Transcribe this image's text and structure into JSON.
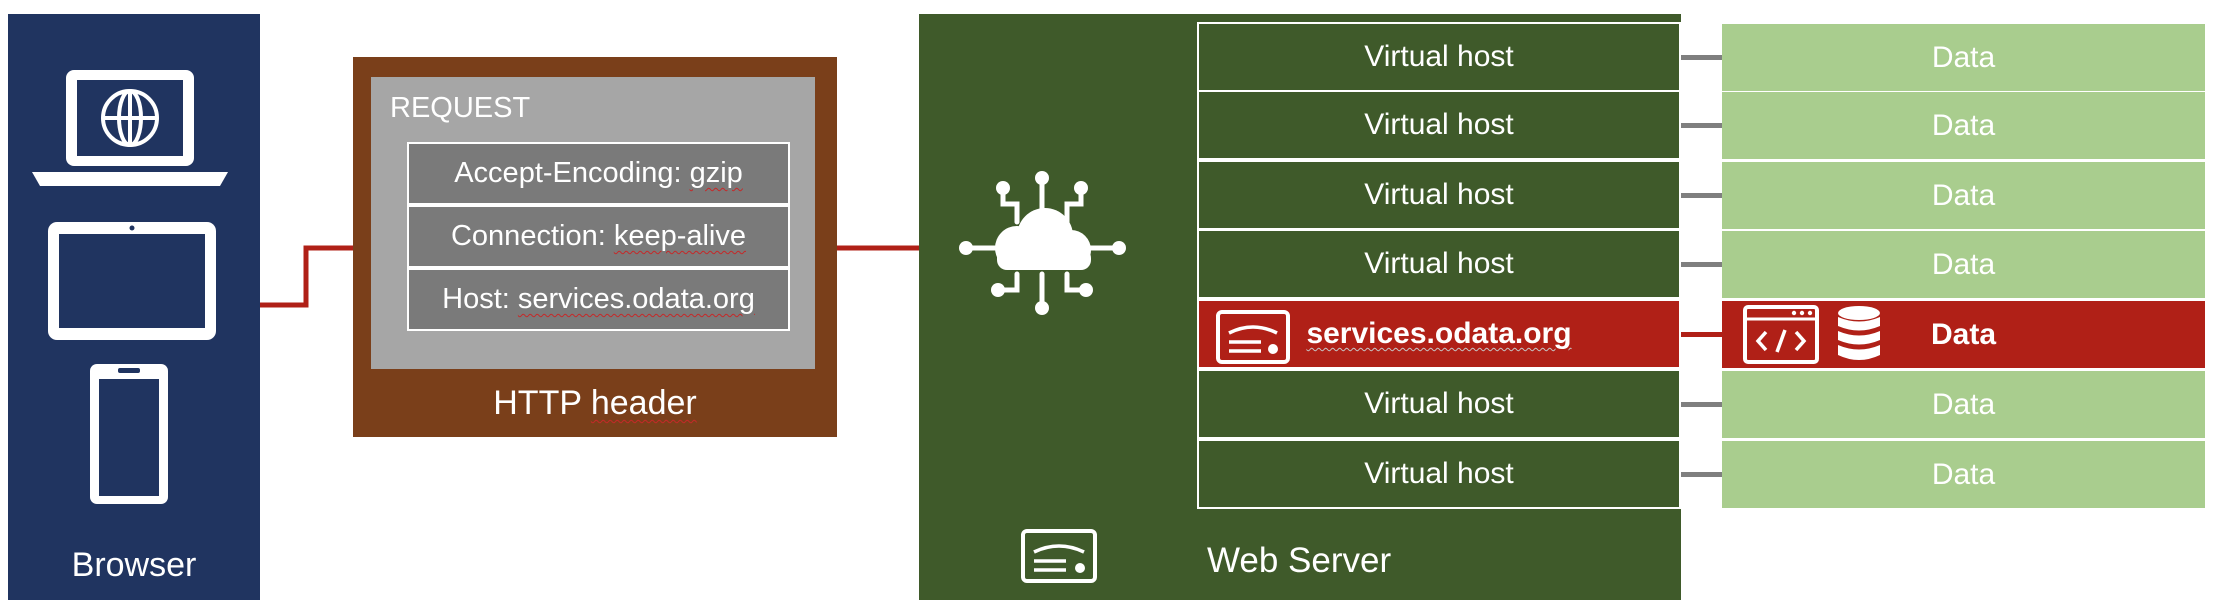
{
  "browser": {
    "label": "Browser"
  },
  "http_header": {
    "request_label": "REQUEST",
    "rows": [
      {
        "key": "Accept-Encoding: ",
        "value": "gzip"
      },
      {
        "key": "Connection: ",
        "value": "keep-alive"
      },
      {
        "key": "Host: ",
        "value": "services.odata.org"
      }
    ],
    "caption_prefix": "HTTP ",
    "caption_word": "header"
  },
  "web_server": {
    "caption": "Web Server",
    "hosts": [
      {
        "label": "Virtual host"
      },
      {
        "label": "Virtual host"
      },
      {
        "label": "Virtual host"
      },
      {
        "label": "Virtual host"
      },
      {
        "label": "services.odata.org",
        "active": true
      },
      {
        "label": "Virtual host"
      },
      {
        "label": "Virtual host"
      }
    ]
  },
  "data_store": {
    "items": [
      {
        "label": "Data"
      },
      {
        "label": "Data"
      },
      {
        "label": "Data"
      },
      {
        "label": "Data"
      },
      {
        "label": "Data",
        "active": true
      },
      {
        "label": "Data"
      },
      {
        "label": "Data"
      }
    ]
  },
  "colors": {
    "browser_bg": "#203460",
    "http_outer": "#7a3f1a",
    "http_inner": "#a6a6a6",
    "header_row": "#7a7a7a",
    "server_bg": "#3f5a2a",
    "highlight": "#b02017",
    "data_bg": "#a9cd8e",
    "connector": "#7f7f7f"
  },
  "icons": [
    "laptop-globe-icon",
    "tablet-icon",
    "smartphone-icon",
    "cloud-network-icon",
    "server-icon",
    "code-window-icon",
    "database-icon"
  ]
}
